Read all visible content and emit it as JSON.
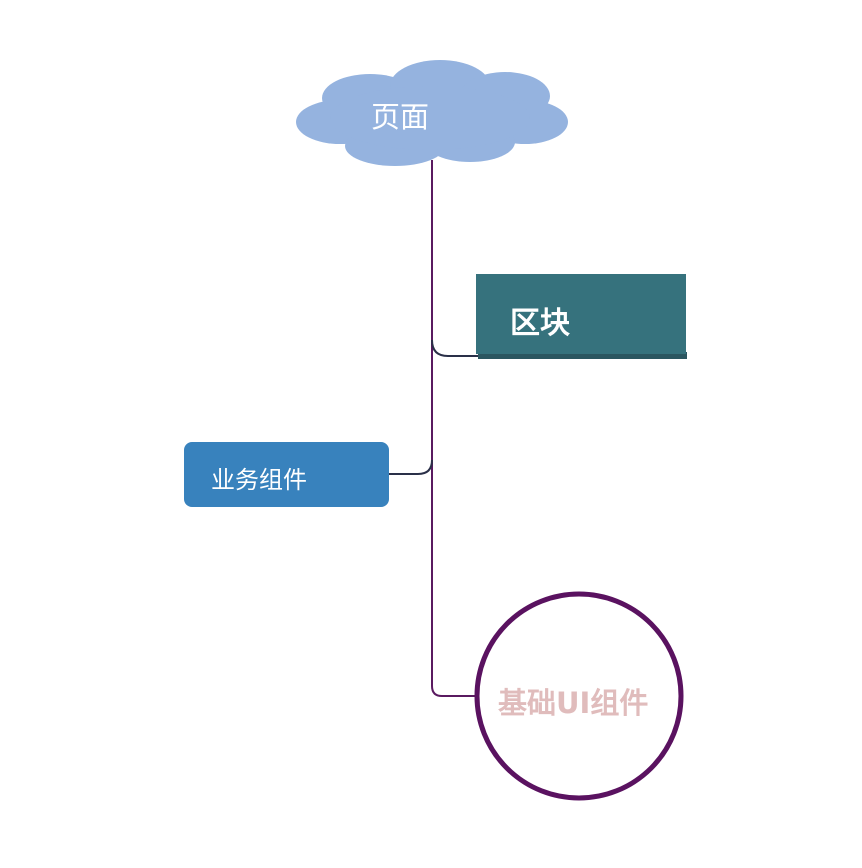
{
  "nodes": {
    "root": {
      "label": "页面",
      "color": "#95b3df"
    },
    "block": {
      "label": "区块",
      "color": "#36727d"
    },
    "business": {
      "label": "业务组件",
      "color": "#3882bd"
    },
    "base": {
      "label": "基础UI组件",
      "color": "#5a1260",
      "text_color": "#e0bcbc"
    }
  }
}
